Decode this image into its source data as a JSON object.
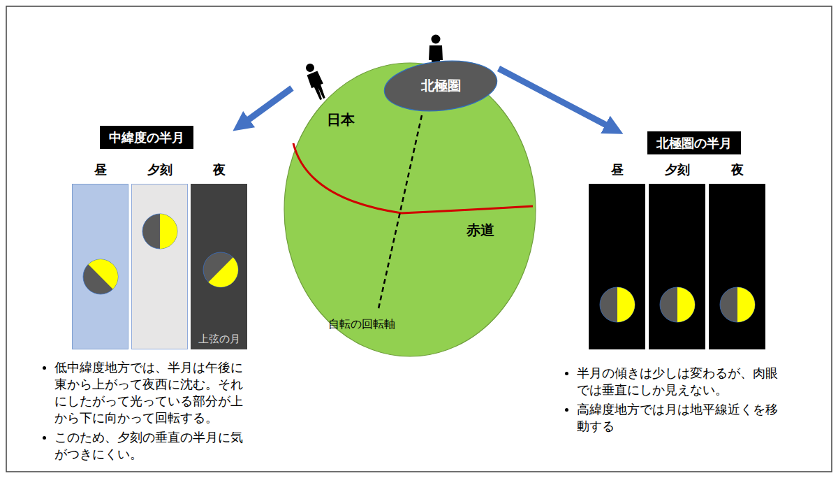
{
  "diagram": {
    "nodes": [
      {
        "text": [
          "北極圏"
        ]
      },
      {
        "text": [
          "中緯度の半月"
        ]
      },
      {
        "text": [
          "昼"
        ]
      },
      {
        "text": [
          "夕刻"
        ]
      },
      {
        "text": [
          "夜",
          "上弦の月"
        ]
      },
      {
        "text": [
          "北極圏の半月"
        ]
      },
      {
        "text": [
          "昼"
        ]
      },
      {
        "text": [
          "夕刻"
        ]
      },
      {
        "text": [
          "夜"
        ]
      }
    ],
    "labels": [
      "日本",
      "赤道",
      "自転の回転軸",
      "低中緯度地方では、半月は午後に東から上がって夜西に沈む。それにしたがって光っている部分が上から下に向かって回転する。",
      "このため、夕刻の垂直の半月に気がつきにくい。",
      "半月の傾きは少しは変わるが、肉眼では垂直にしか見えない。",
      "高緯度地方では月は地平線近くを移動する"
    ]
  }
}
